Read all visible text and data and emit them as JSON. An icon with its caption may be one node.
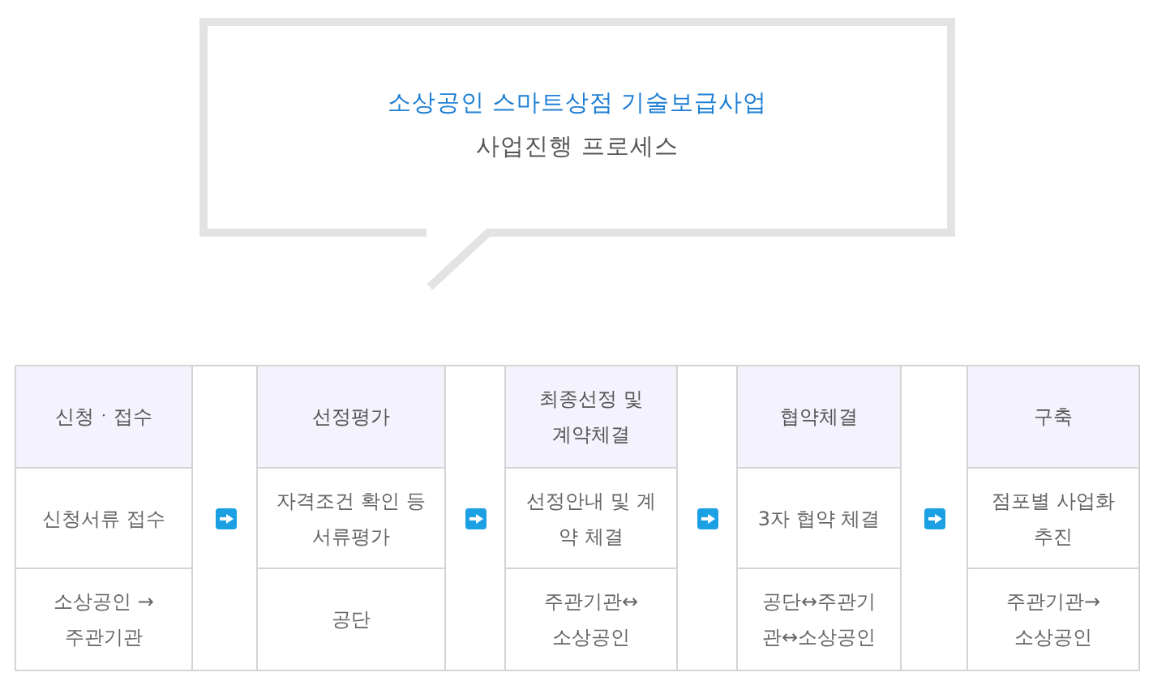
{
  "diagram": {
    "nodes": [
      {
        "text": [
          "소상공인 스마트상점 기술보급사업",
          "사업진행 프로세스"
        ]
      },
      {
        "text": [
          "신청ㆍ접수"
        ]
      },
      {
        "text": [
          "신청서류 접수"
        ],
        "in": 1
      },
      {
        "text": [
          "소상공인 → 주관기관"
        ],
        "in": 1
      },
      {
        "text": [
          "선정평가"
        ]
      },
      {
        "text": [
          "자격조건 확인 등 서류평가"
        ],
        "in": 4
      },
      {
        "text": [
          "공단"
        ],
        "in": 4
      },
      {
        "text": [
          "최종선정 및 계약체결"
        ]
      },
      {
        "text": [
          "선정안내 및 계약 체결"
        ],
        "in": 7
      },
      {
        "text": [
          "주관기관↔소상공인"
        ],
        "in": 7
      },
      {
        "text": [
          "협약체결"
        ]
      },
      {
        "text": [
          "3자 협약 체결"
        ],
        "in": 10
      },
      {
        "text": [
          "공단↔주관기관↔소상공인"
        ],
        "in": 10
      },
      {
        "text": [
          "구축"
        ]
      },
      {
        "text": [
          "점포별 사업화 추진"
        ],
        "in": 13
      },
      {
        "text": [
          "주관기관→소상공인"
        ],
        "in": 13
      }
    ],
    "edges": [
      {
        "from": 1,
        "to": 4,
        "arrow": "to"
      },
      {
        "from": 4,
        "to": 7,
        "arrow": "to"
      },
      {
        "from": 7,
        "to": 10,
        "arrow": "to"
      },
      {
        "from": 10,
        "to": 13,
        "arrow": "to"
      }
    ]
  }
}
